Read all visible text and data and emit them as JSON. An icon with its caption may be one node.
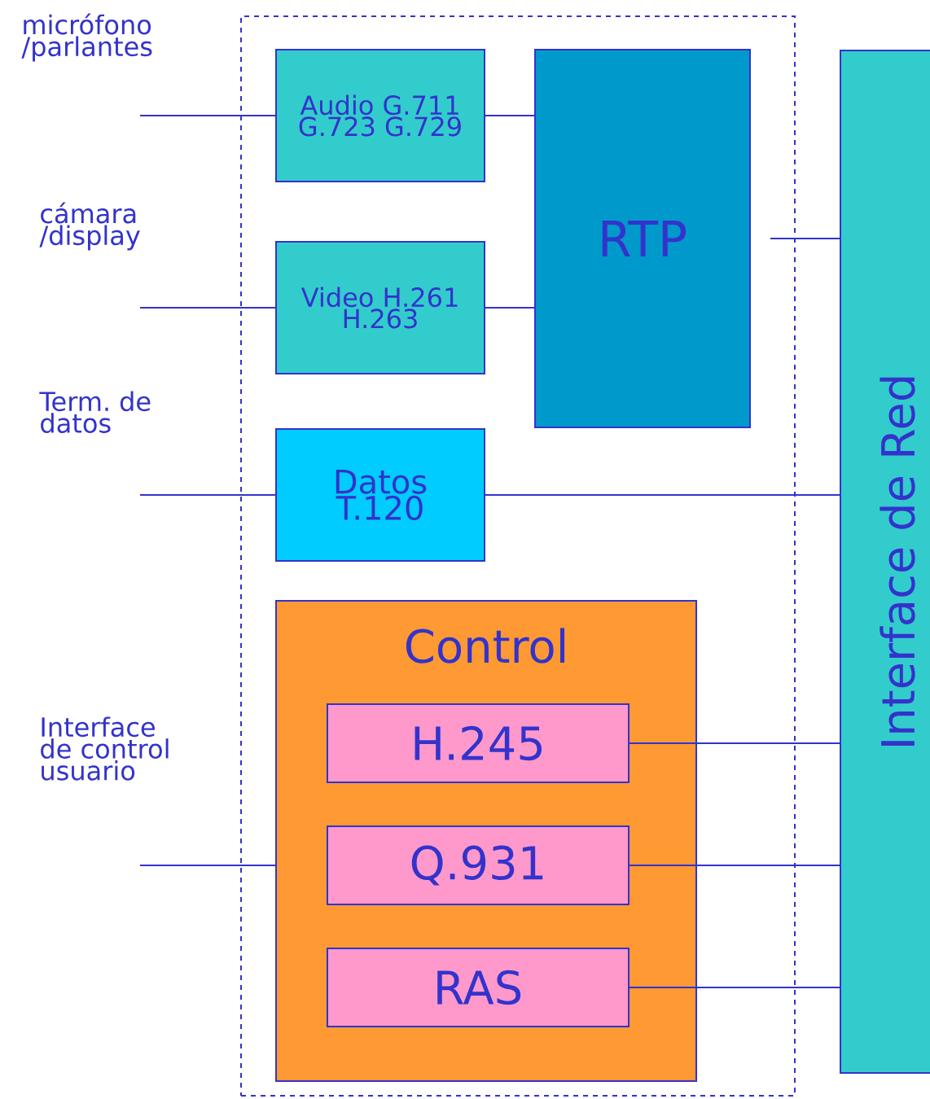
{
  "diagram": {
    "nodes": [
      {
        "text": [],
        "shape": "box"
      },
      {
        "text": [
          "Audio G.711 G.723 G.729"
        ],
        "in": 0
      },
      {
        "text": [
          "Video H.261 H.263"
        ],
        "in": 0
      },
      {
        "text": [
          "RTP"
        ],
        "in": 0
      },
      {
        "text": [
          "Datos T.120"
        ],
        "in": 0
      },
      {
        "text": [
          "Control"
        ],
        "in": 0
      },
      {
        "text": [
          "H.245"
        ],
        "in": 5
      },
      {
        "text": [
          "Q.931"
        ],
        "in": 5
      },
      {
        "text": [
          "RAS"
        ],
        "in": 5
      },
      {
        "text": [
          "Interface de Red"
        ]
      },
      {
        "text": [
          "micrófono /parlantes"
        ]
      },
      {
        "text": [
          "cámara /display"
        ]
      },
      {
        "text": [
          "Term. de datos"
        ]
      },
      {
        "text": [
          "Interface de control usuario"
        ]
      }
    ],
    "edges": [
      {
        "from": 10,
        "to": 1,
        "arrow": "none"
      },
      {
        "from": 11,
        "to": 2,
        "arrow": "none"
      },
      {
        "from": 12,
        "to": 4,
        "arrow": "none"
      },
      {
        "from": 13,
        "to": 5,
        "arrow": "none"
      },
      {
        "from": 1,
        "to": 3,
        "arrow": "none"
      },
      {
        "from": 2,
        "to": 3,
        "arrow": "none"
      },
      {
        "from": 3,
        "to": 9,
        "arrow": "none"
      },
      {
        "from": 4,
        "to": 9,
        "arrow": "none"
      },
      {
        "from": 6,
        "to": 9,
        "arrow": "none"
      },
      {
        "from": 7,
        "to": 9,
        "arrow": "none"
      },
      {
        "from": 8,
        "to": 9,
        "arrow": "none"
      }
    ]
  }
}
